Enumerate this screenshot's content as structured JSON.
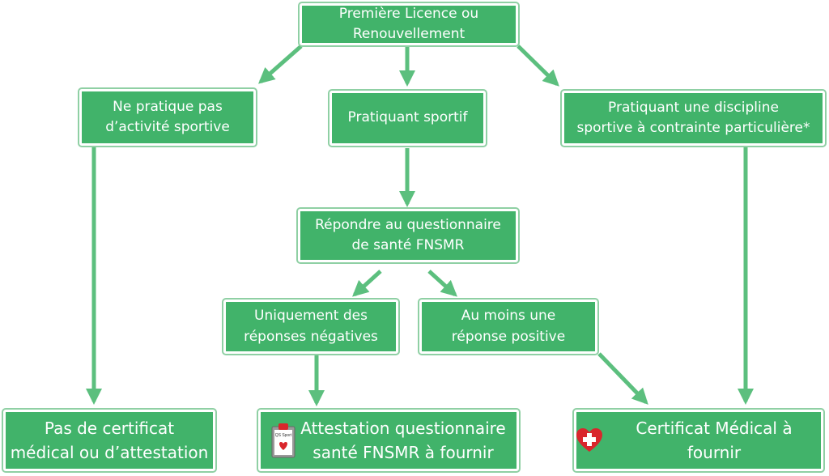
{
  "nodes": {
    "root": "Première Licence ou\nRenouvellement",
    "no_activity": "Ne pratique pas\nd’activité sportive",
    "sportif": "Pratiquant sportif",
    "contrainte": "Pratiquant une discipline\nsportive à contrainte particulière*",
    "questionnaire": "Répondre au questionnaire\nde santé FNSMR",
    "negatives": "Uniquement des\nréponses négatives",
    "positive": "Au moins une\nréponse positive",
    "pas_certificat": "Pas de certificat\nmédical ou d’attestation",
    "attestation": "Attestation questionnaire\nsanté FNSMR à fournir",
    "certificat": "Certificat Médical à fournir"
  },
  "icons": {
    "clipboard_label": "QS Sport"
  },
  "colors": {
    "box": "#41b36a",
    "border": "#8fd0a4",
    "arrow": "#5cbf7e",
    "heart": "#d9262c"
  }
}
